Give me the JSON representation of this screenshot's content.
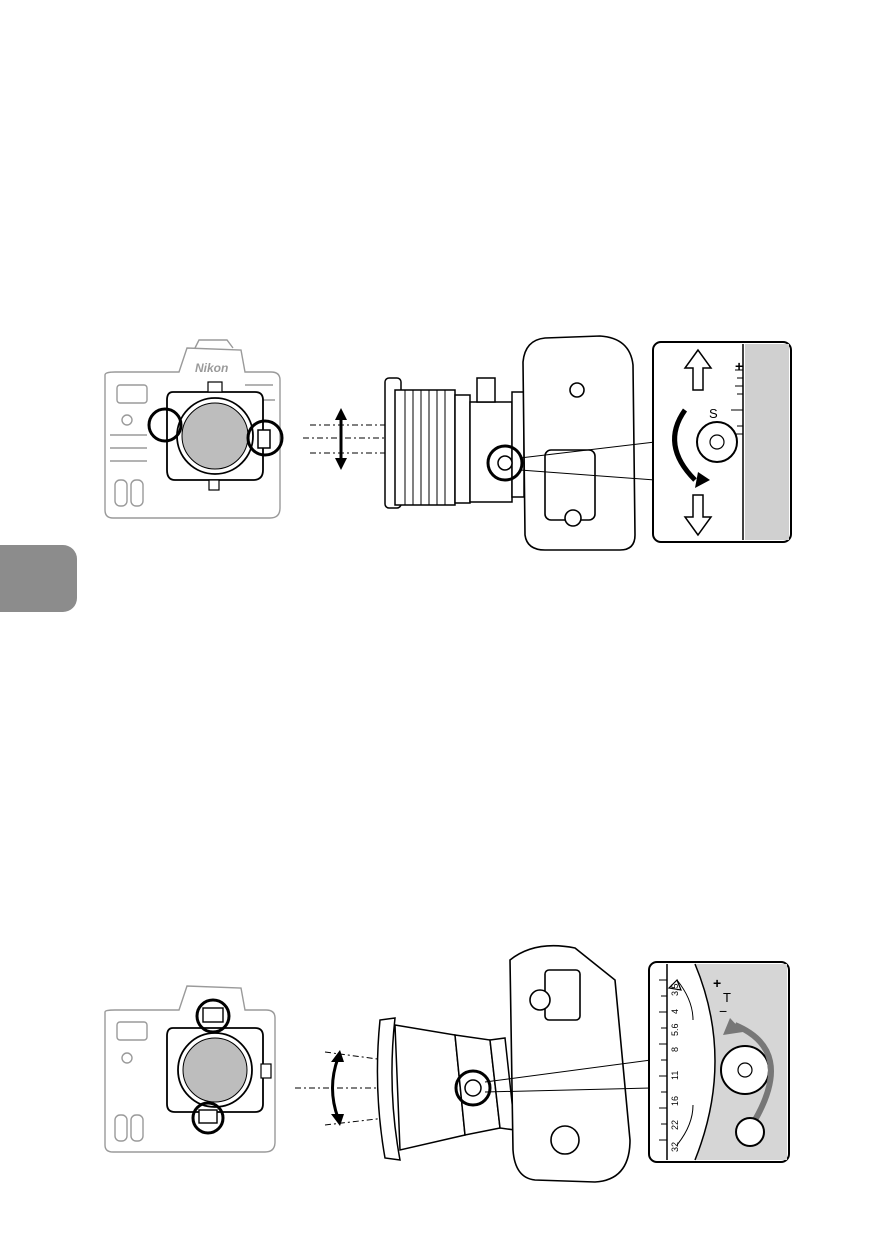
{
  "brand_label": "Nikon",
  "fig1": {
    "knob_label": "S",
    "scale_plus": "+",
    "scale_minus": "−"
  },
  "fig2": {
    "knob_label": "T",
    "scale_plus": "+",
    "scale_minus": "−",
    "aperture_marks": [
      "3.5",
      "4",
      "5.6",
      "8",
      "11",
      "16",
      "22",
      "32"
    ]
  }
}
